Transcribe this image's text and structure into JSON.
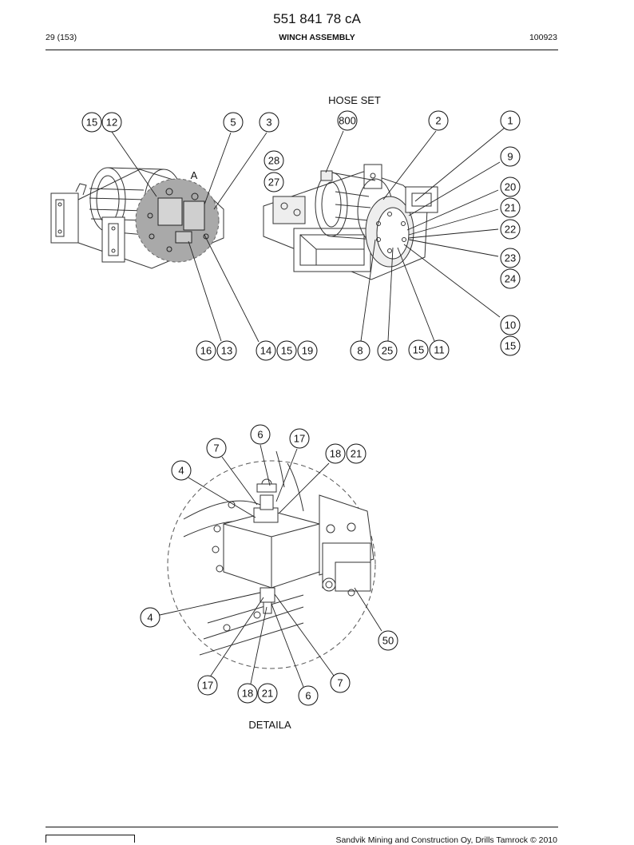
{
  "header": {
    "doc_number": "551 841 78 cA",
    "page": "29 (153)",
    "title": "WINCH ASSEMBLY",
    "revision": "100923"
  },
  "view_main": {
    "hose_set_label": "HOSE SET",
    "view_a_marker": "A",
    "callouts": {
      "c15a": "15",
      "c12": "12",
      "c5": "5",
      "c3": "3",
      "c800": "800",
      "c2": "2",
      "c1": "1",
      "c28": "28",
      "c27": "27",
      "c9": "9",
      "c20": "20",
      "c21": "21",
      "c22": "22",
      "c23": "23",
      "c24": "24",
      "c10": "10",
      "c15b": "15",
      "c16": "16",
      "c13": "13",
      "c14": "14",
      "c15c": "15",
      "c19": "19",
      "c8": "8",
      "c25": "25",
      "c15d": "15",
      "c11": "11"
    }
  },
  "view_detail": {
    "caption": "DETAILA",
    "callouts": {
      "d6a": "6",
      "d17a": "17",
      "d7a": "7",
      "d18a": "18",
      "d21a": "21",
      "d4a": "4",
      "d4b": "4",
      "d50": "50",
      "d17b": "17",
      "d18b": "18",
      "d21b": "21",
      "d6b": "6",
      "d7b": "7"
    }
  },
  "footer": {
    "copyright": "Sandvik Mining and Construction Oy, Drills Tamrock © 2010"
  }
}
